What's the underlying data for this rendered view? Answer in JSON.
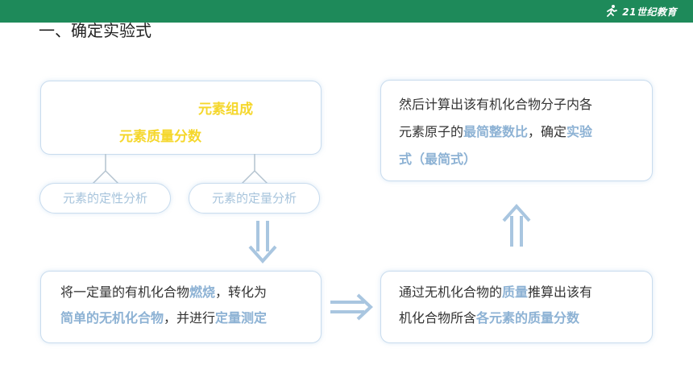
{
  "header": {
    "logo_text": "21世纪教育",
    "logo_icon": "runner-logo-icon",
    "accent_color": "#1e8a5a"
  },
  "title": "一、确定实验式",
  "colors": {
    "highlight": "#8db2d4",
    "yellow": "#f5d72c",
    "border": "#c9dcee"
  },
  "top_left_box": {
    "line1": "元素组成",
    "line2": "元素质量分数"
  },
  "pills": {
    "qualitative": "元素的定性分析",
    "quantitative": "元素的定量分析"
  },
  "bottom_left_box": {
    "p1": "将一定量的有机化合物",
    "h1": "燃烧",
    "p2": "，转化为",
    "h2": "简单的无机化合物",
    "p3": "，并进行",
    "h3": "定量测定"
  },
  "bottom_right_box": {
    "p1": "通过无机化合物的",
    "h1": "质量",
    "p2": "推算出该有",
    "p3": "机化合物所含",
    "h2": "各元素的质量分数"
  },
  "top_right_box": {
    "p1": "然后计算出该有机化合物分子内各",
    "p2": "元素原子的",
    "h1": "最简整数比",
    "p3": "，确定",
    "h2": "实验",
    "h3": "式（最简式）"
  },
  "arrows": {
    "down": "double-down-arrow",
    "right": "double-right-arrow",
    "up": "double-up-arrow"
  }
}
